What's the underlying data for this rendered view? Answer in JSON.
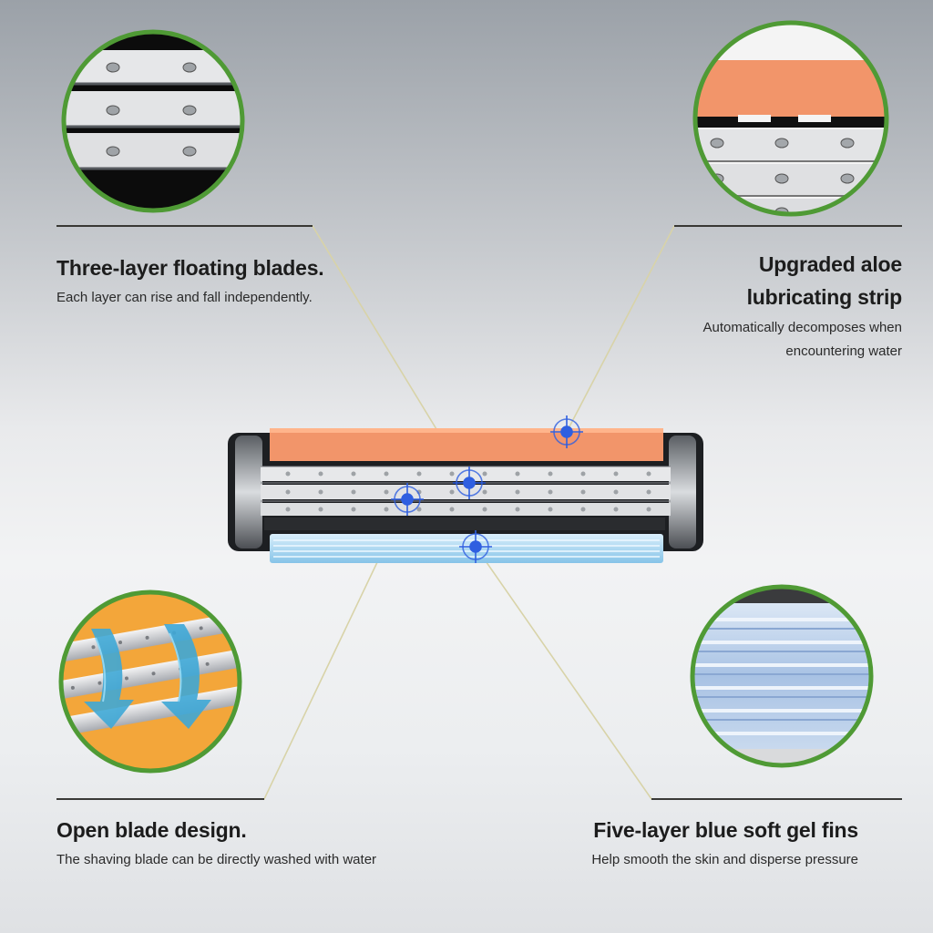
{
  "features": {
    "floating_blades": {
      "title": "Three-layer floating blades.",
      "description": "Each layer can rise and fall independently."
    },
    "aloe_strip": {
      "title_line1": "Upgraded aloe",
      "title_line2": "lubricating strip",
      "description_line1": "Automatically decomposes when",
      "description_line2": "encountering water"
    },
    "open_blade": {
      "title": "Open blade design.",
      "description": "The shaving blade can be directly washed with water"
    },
    "gel_fins": {
      "title": "Five-layer blue soft gel fins",
      "description": "Help smooth the skin and disperse pressure"
    }
  },
  "colors": {
    "circle_border": "#4f9a35",
    "aloe_strip": "#f2956a",
    "gel_fins": "#a9d6ef",
    "target_marker": "#2f5fe0",
    "callout_line": "#d8d3a8"
  }
}
